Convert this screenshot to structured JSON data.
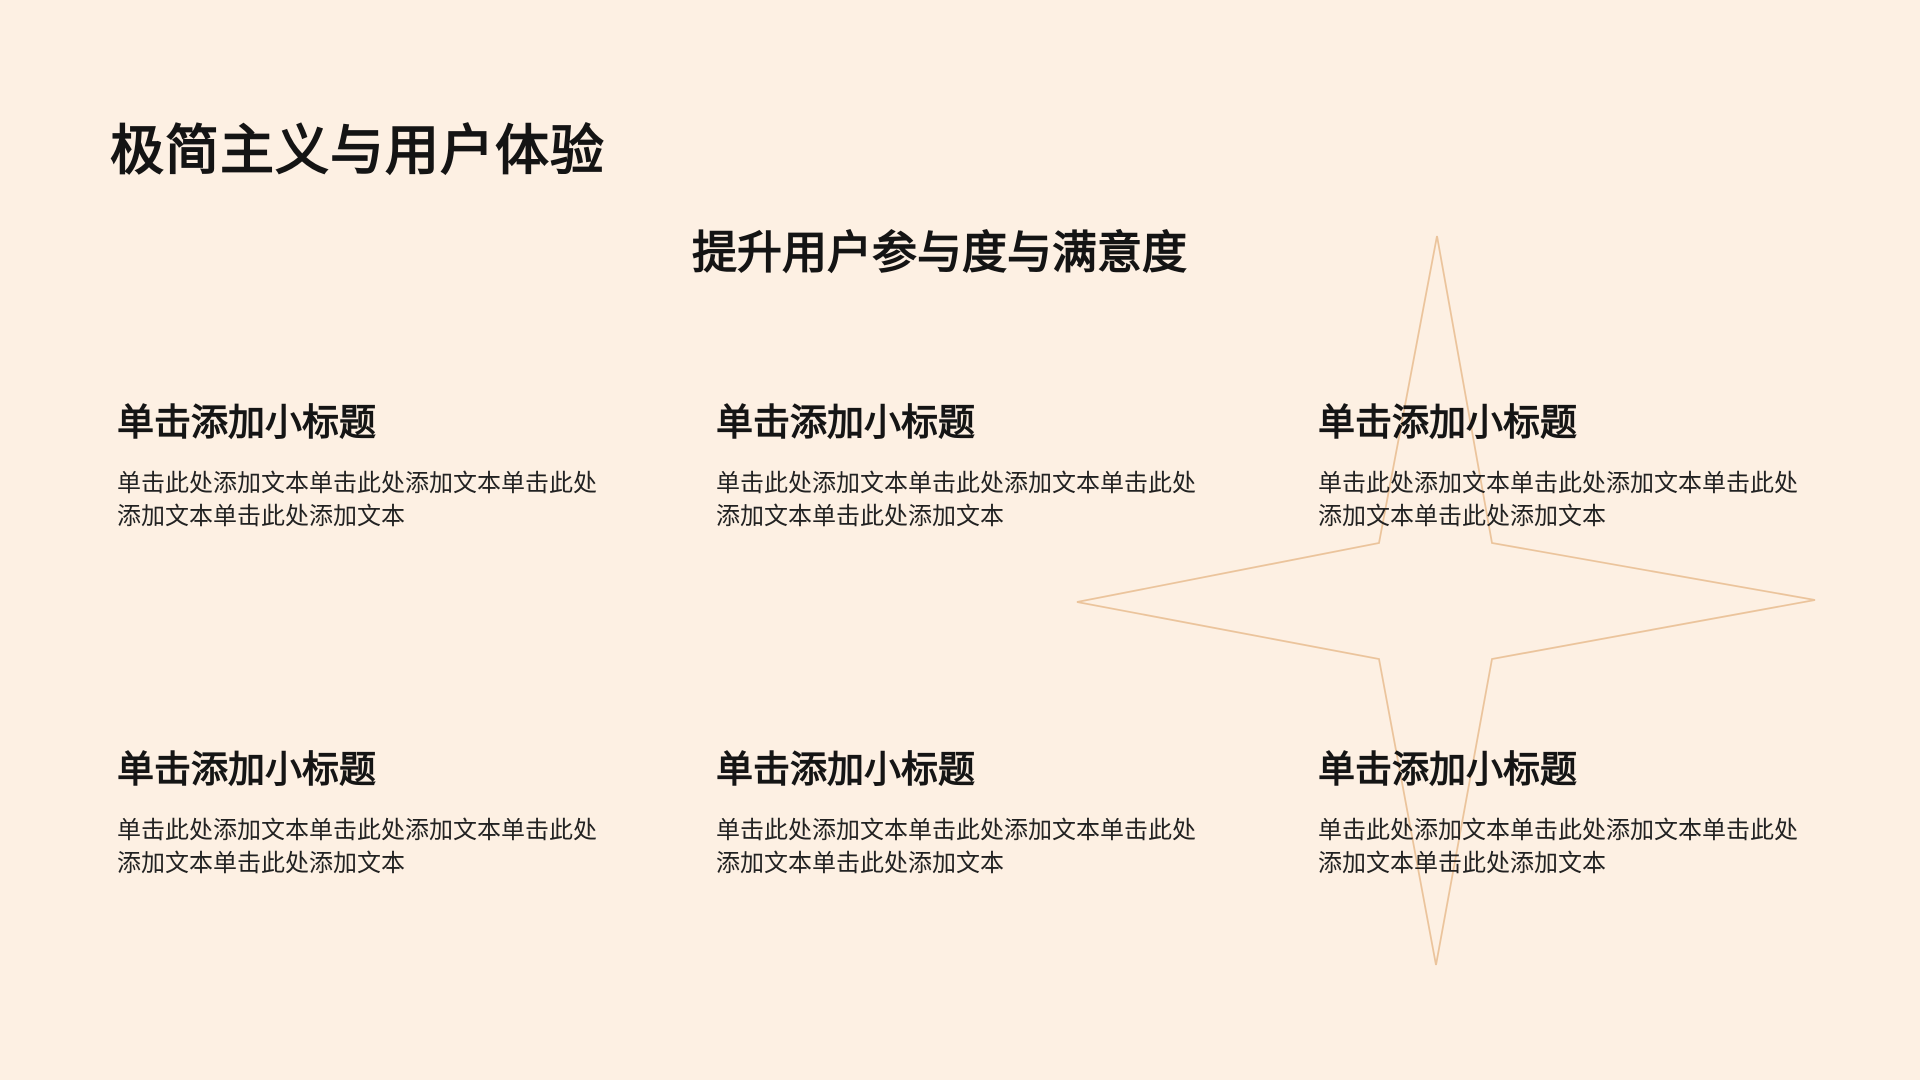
{
  "slide": {
    "background_color": "#fdf0e3",
    "title": "极简主义与用户体验",
    "subtitle": "提升用户参与度与满意度",
    "star_icon": {
      "label": "four-point-star-outline",
      "stroke_color": "#ebc49c"
    },
    "blocks": [
      {
        "heading": "单击添加小标题",
        "body": "单击此处添加文本单击此处添加文本单击此处添加文本单击此处添加文本"
      },
      {
        "heading": "单击添加小标题",
        "body": "单击此处添加文本单击此处添加文本单击此处添加文本单击此处添加文本"
      },
      {
        "heading": "单击添加小标题",
        "body": "单击此处添加文本单击此处添加文本单击此处添加文本单击此处添加文本"
      },
      {
        "heading": "单击添加小标题",
        "body": "单击此处添加文本单击此处添加文本单击此处添加文本单击此处添加文本"
      },
      {
        "heading": "单击添加小标题",
        "body": "单击此处添加文本单击此处添加文本单击此处添加文本单击此处添加文本"
      },
      {
        "heading": "单击添加小标题",
        "body": "单击此处添加文本单击此处添加文本单击此处添加文本单击此处添加文本"
      }
    ]
  }
}
